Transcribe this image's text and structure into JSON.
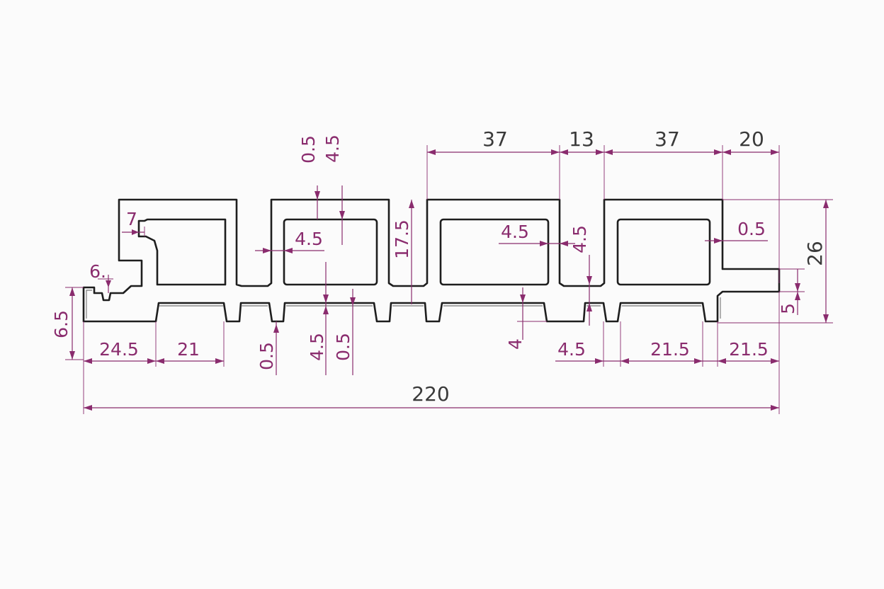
{
  "diagram": {
    "labels": {
      "top_cell_1": "37",
      "top_web": "13",
      "top_cell_2": "37",
      "top_right": "20",
      "height_total": "26",
      "total_length": "220",
      "top_wall_thin": "0.5",
      "top_wall": "4.5",
      "notch_7": "7",
      "inner_gap_1": "4.5",
      "inner_gap_2": "4.5",
      "right_wall": "0.5",
      "cavity_height": "17.5",
      "web_4_5": "4.5",
      "step_6": "6.",
      "left_height": "6.5",
      "tongue_5": "5",
      "bottom_24_5": "24.5",
      "bottom_21": "21",
      "bottom_0_5_a": "0.5",
      "bottom_4_5": "4.5",
      "bottom_0_5_b": "0.5",
      "groove_4": "4",
      "bottom_4_5_r": "4.5",
      "bottom_21_5_a": "21.5",
      "bottom_21_5_b": "21.5"
    },
    "colors": {
      "outline": "#1e1e1e",
      "dimension": "#8a2c6e",
      "text": "#3a3a3a",
      "background": "#fbfbfb"
    }
  }
}
